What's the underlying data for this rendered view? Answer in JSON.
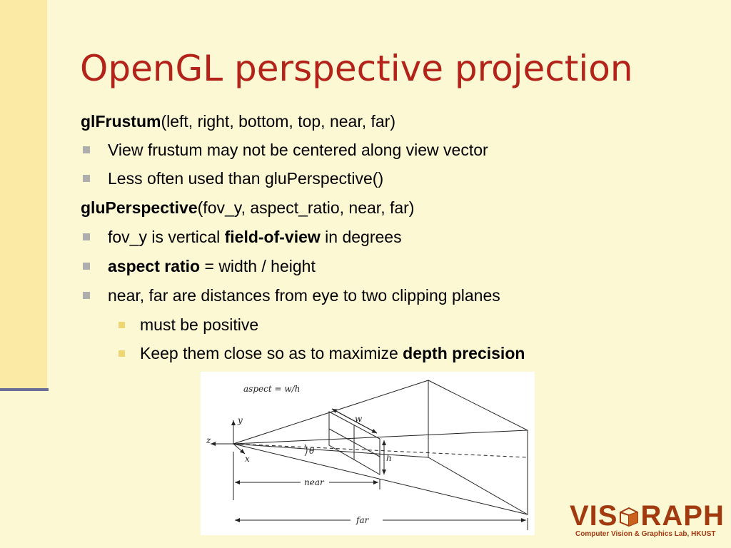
{
  "slide": {
    "title": "OpenGL perspective projection",
    "lines": [
      {
        "level": 0,
        "bold": "glFrustum",
        "rest": "(left, right, bottom, top, near, far)"
      },
      {
        "level": 1,
        "text": "View frustum may not be centered along view vector"
      },
      {
        "level": 1,
        "text": "Less often used than gluPerspective()"
      },
      {
        "level": 0,
        "bold": "gluPerspective",
        "rest": "(fov_y, aspect_ratio, near, far)"
      },
      {
        "level": 1,
        "pre": "fov_y is vertical ",
        "bold": "field-of-view",
        "post": " in degrees"
      },
      {
        "level": 1,
        "bold": "aspect ratio",
        "post": " = width / height"
      },
      {
        "level": 1,
        "text": "near, far are distances from eye to two clipping planes"
      },
      {
        "level": 2,
        "text": "must be positive"
      },
      {
        "level": 2,
        "pre": "Keep them close so as to maximize ",
        "bold": "depth precision"
      }
    ]
  },
  "figure": {
    "aspect_label": "aspect = w/h",
    "y_label": "y",
    "z_label": "z",
    "x_label": "x",
    "theta_label": "θ",
    "w_label": "w",
    "h_label": "h",
    "near_label": "near",
    "far_label": "far"
  },
  "logo": {
    "word_left": "VIS",
    "word_right": "RAPH",
    "subtitle": "Computer Vision & Graphics Lab, HKUST"
  },
  "colors": {
    "background": "#fdf8d4",
    "band": "#fbe9a6",
    "rule": "#6a6d96",
    "title": "#b3231a",
    "bullet": "#aeaeae",
    "sub_bullet": "#f0d672",
    "logo": "#a23a10"
  }
}
